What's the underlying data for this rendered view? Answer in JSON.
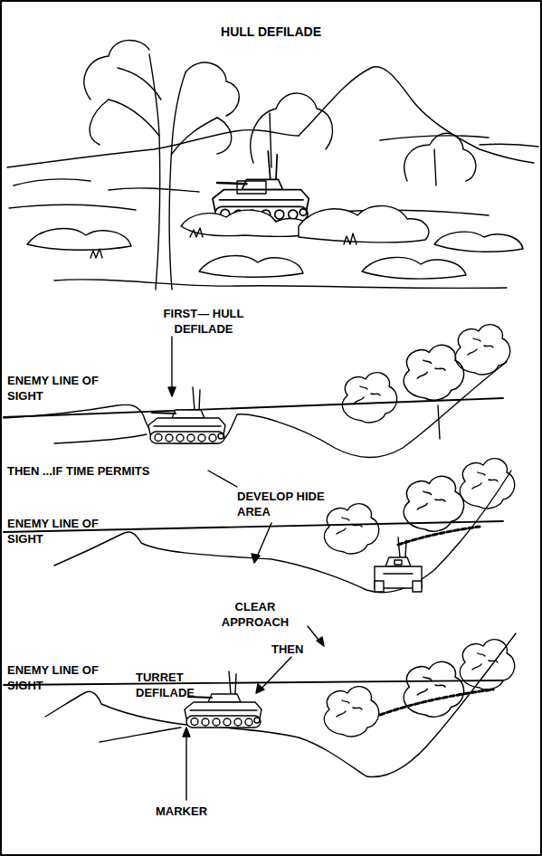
{
  "diagram": {
    "title": "HULL DEFILADE",
    "labels": [
      "FIRST— HULL DEFILADE",
      "ENEMY LINE OF SIGHT",
      "THEN ...IF TIME PERMITS",
      "DEVELOP HIDE AREA",
      "ENEMY LINE OF SIGHT",
      "CLEAR APPROACH",
      "THEN",
      "ENEMY LINE OF SIGHT",
      "TURRET DEFILADE",
      "MARKER"
    ]
  }
}
